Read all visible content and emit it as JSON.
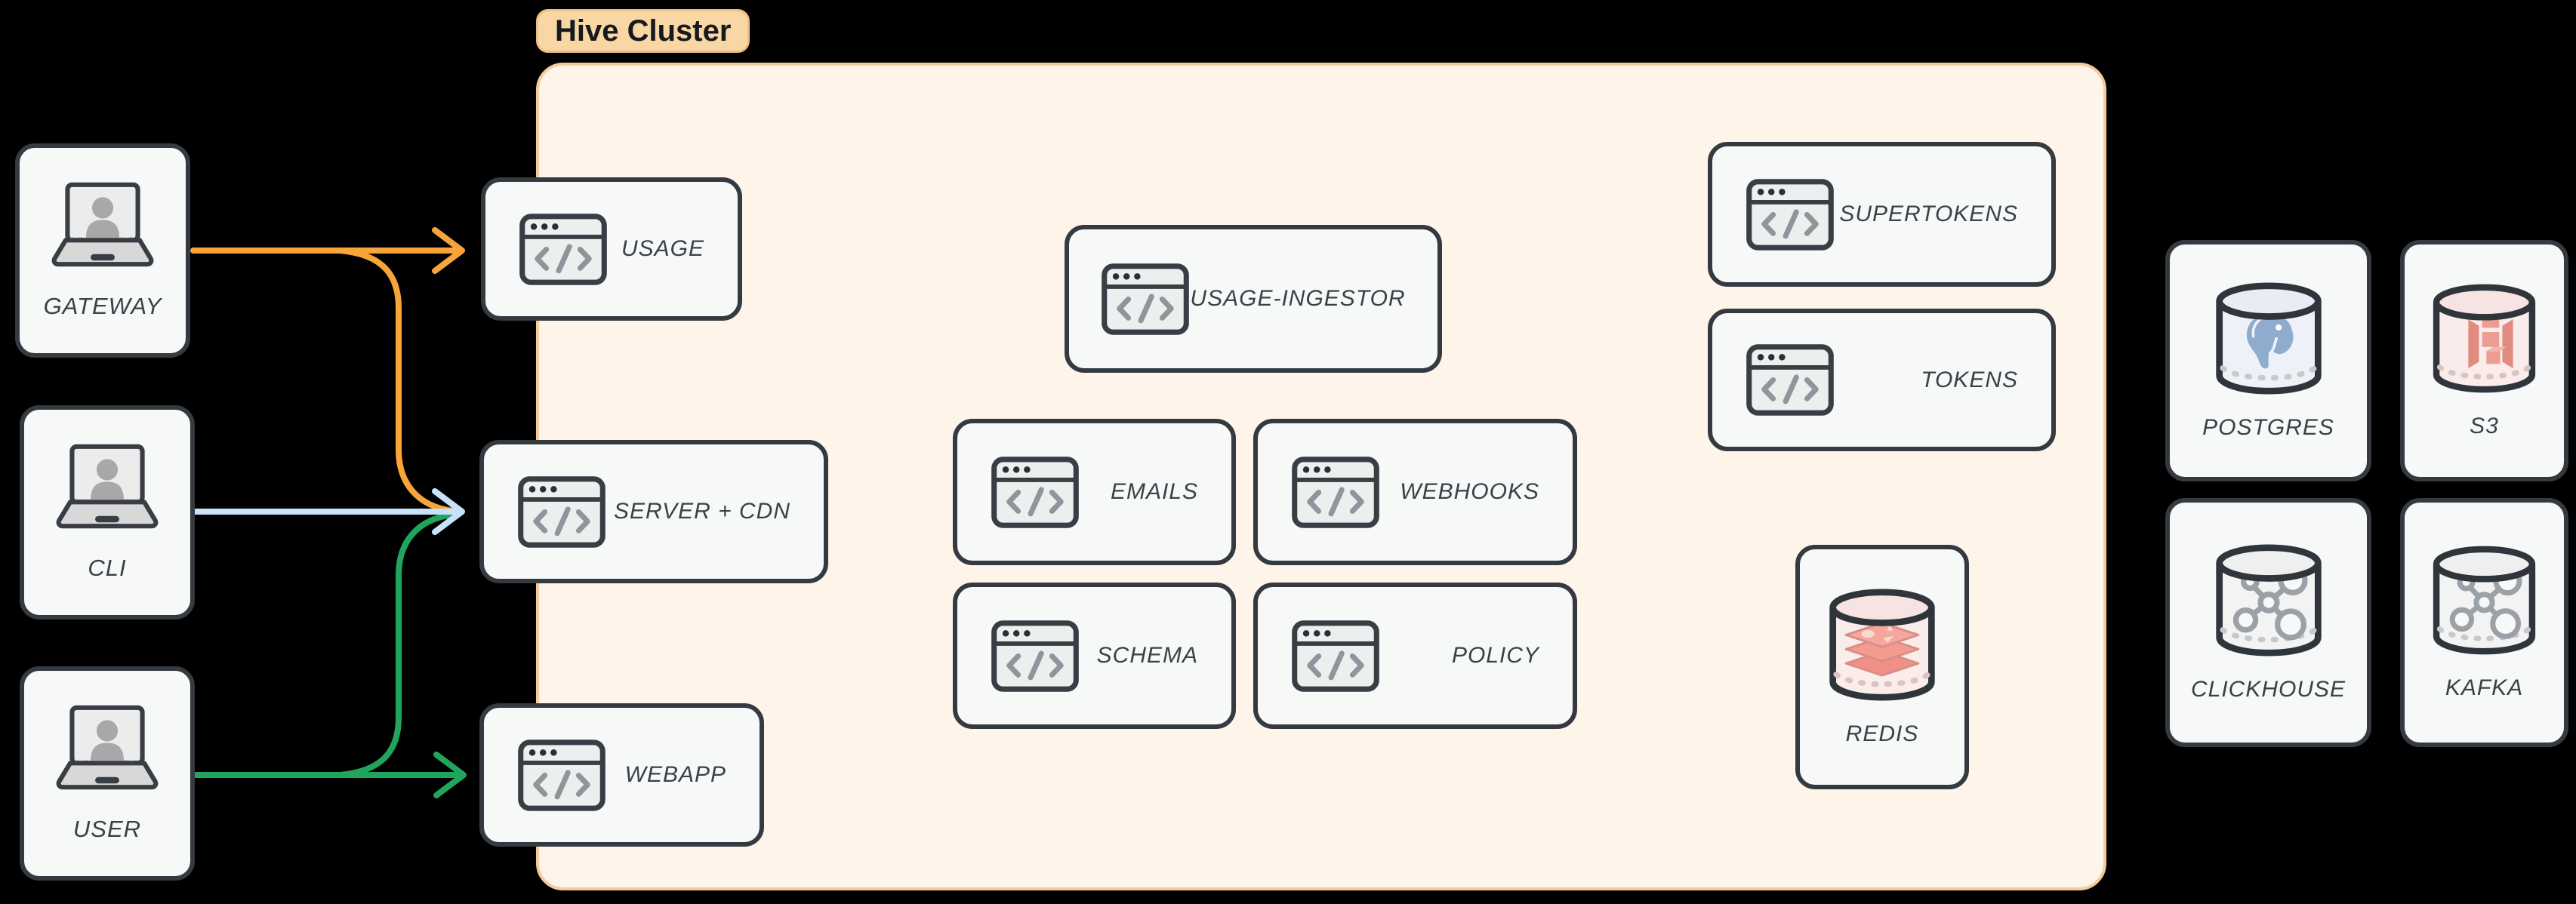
{
  "title": "Hive Cluster",
  "clients": {
    "gateway": {
      "label": "GATEWAY"
    },
    "cli": {
      "label": "CLI"
    },
    "user": {
      "label": "USER"
    }
  },
  "services": {
    "usage": {
      "label": "USAGE"
    },
    "server_cdn": {
      "label": "SERVER + CDN"
    },
    "webapp": {
      "label": "WEBAPP"
    },
    "usage_ingestor": {
      "label": "USAGE-INGESTOR"
    },
    "emails": {
      "label": "EMAILS"
    },
    "webhooks": {
      "label": "WEBHOOKS"
    },
    "schema": {
      "label": "SCHEMA"
    },
    "policy": {
      "label": "POLICY"
    },
    "supertokens": {
      "label": "SUPERTOKENS"
    },
    "tokens": {
      "label": "TOKENS"
    }
  },
  "datastores": {
    "redis": {
      "label": "REDIS"
    },
    "postgres": {
      "label": "POSTGRES"
    },
    "s3": {
      "label": "S3"
    },
    "clickhouse": {
      "label": "CLICKHOUSE"
    },
    "kafka": {
      "label": "KAFKA"
    }
  },
  "colors": {
    "gateway_flow": "#F9A43B",
    "cli_flow": "#C7E2F9",
    "user_flow": "#21A45C",
    "cluster_fill": "#FEF4EA",
    "cluster_border": "#F5CB9B",
    "pill_fill": "#F8D7A4",
    "node_fill": "#F7F9F9",
    "node_border": "#343A40",
    "label_color": "#3A4147"
  },
  "flows": [
    {
      "from": "GATEWAY",
      "to": "USAGE",
      "color": "#F9A43B"
    },
    {
      "from": "GATEWAY",
      "to": "SERVER + CDN",
      "color": "#F9A43B"
    },
    {
      "from": "CLI",
      "to": "SERVER + CDN",
      "color": "#C7E2F9"
    },
    {
      "from": "USER",
      "to": "SERVER + CDN",
      "color": "#21A45C"
    },
    {
      "from": "USER",
      "to": "WEBAPP",
      "color": "#21A45C"
    }
  ]
}
